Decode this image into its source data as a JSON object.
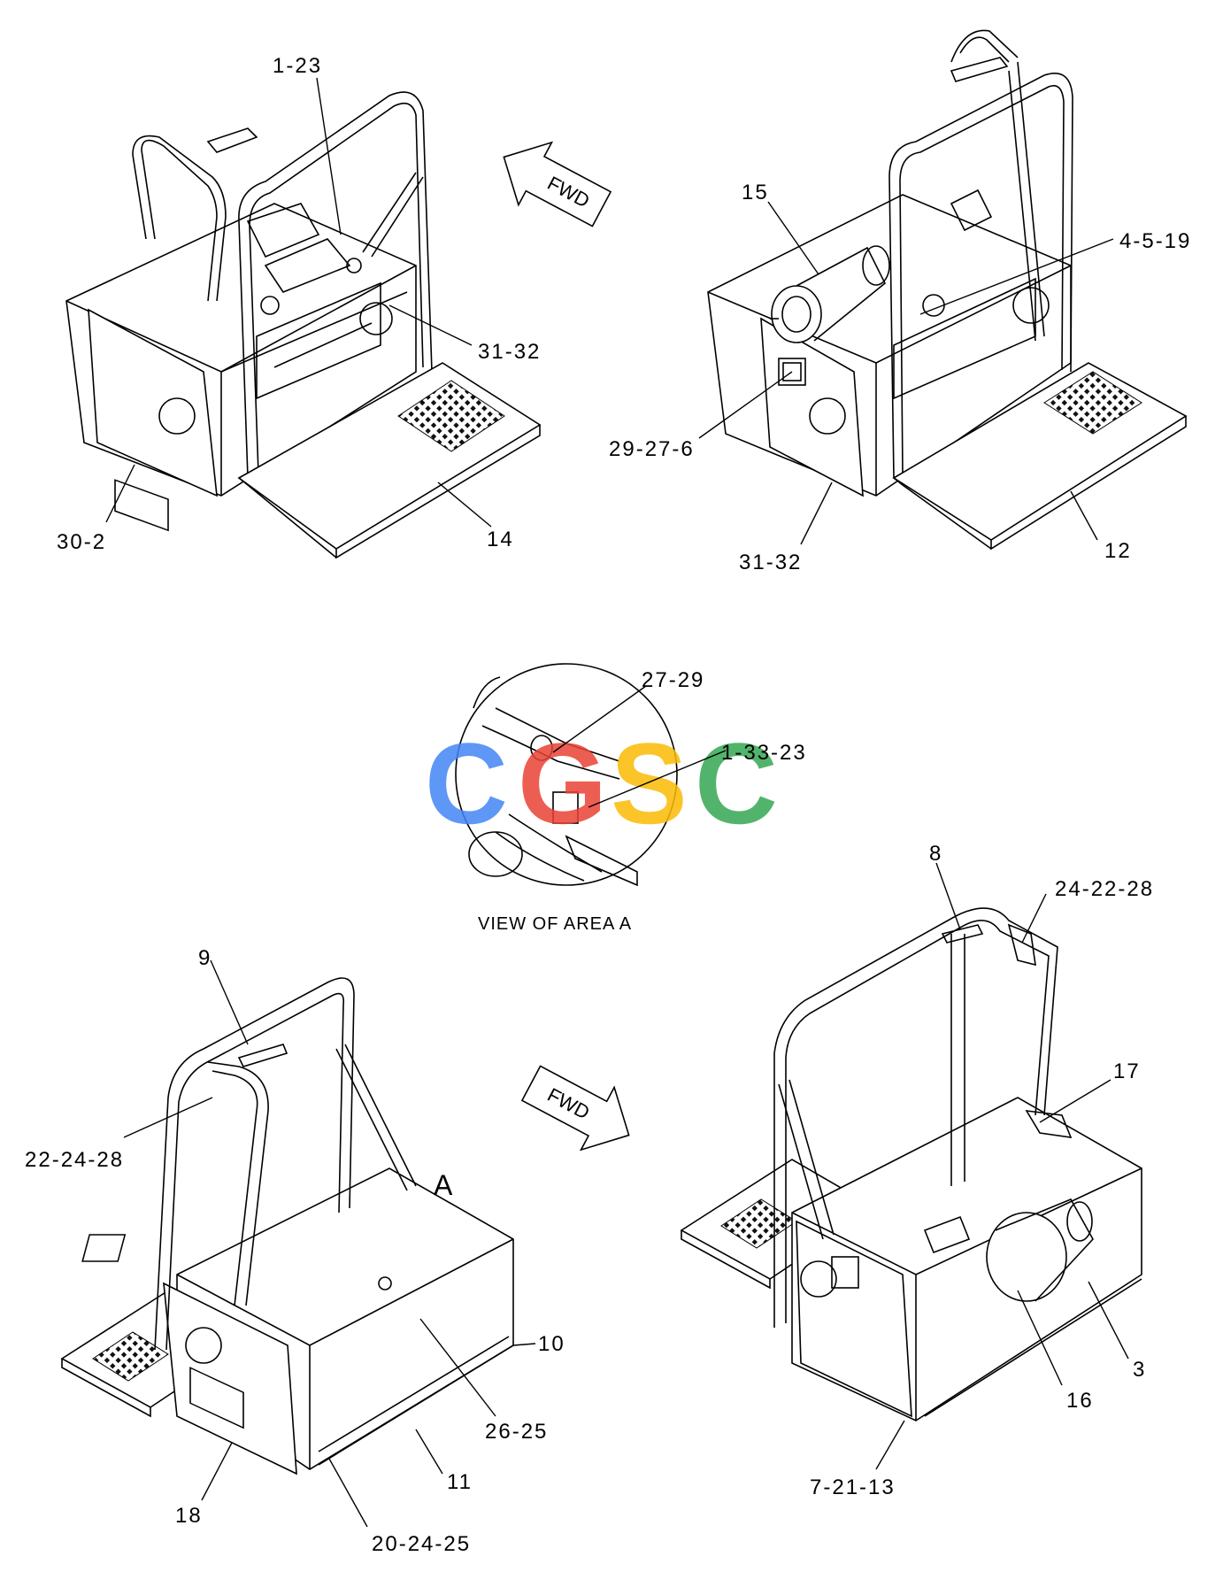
{
  "watermark": {
    "letters": [
      "C",
      "G",
      "S",
      "C"
    ],
    "colors": [
      "#4285F4",
      "#EA4335",
      "#FBBC05",
      "#34A853"
    ]
  },
  "arrows": {
    "top": "FWD",
    "bottom": "FWD"
  },
  "detail": {
    "caption": "VIEW OF AREA  A",
    "area_marker": "A"
  },
  "callouts": {
    "tl_1": "1-23",
    "tl_2": "31-32",
    "tl_3": "14",
    "tl_4": "30-2",
    "tr_1": "15",
    "tr_2": "4-5-19",
    "tr_3": "29-27-6",
    "tr_4": "31-32",
    "tr_5": "12",
    "mid_1": "27-29",
    "mid_2": "1-33-23",
    "bl_1": "9",
    "bl_2": "22-24-28",
    "bl_3": "10",
    "bl_4": "26-25",
    "bl_5": "11",
    "bl_6": "18",
    "bl_7": "20-24-25",
    "br_1": "8",
    "br_2": "24-22-28",
    "br_3": "17",
    "br_4": "3",
    "br_5": "16",
    "br_6": "7-21-13"
  }
}
